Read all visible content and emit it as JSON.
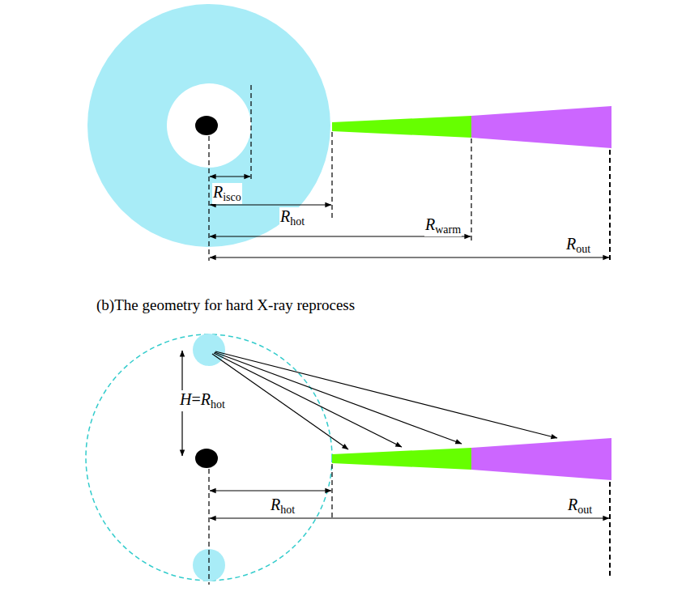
{
  "diagram": {
    "labels": [
      "Risco",
      "Rhot",
      "Rwarm",
      "Rout",
      "(b)The geometry for hard X-ray reprocess",
      "H=Rhot",
      "Rhot",
      "Rout"
    ]
  }
}
